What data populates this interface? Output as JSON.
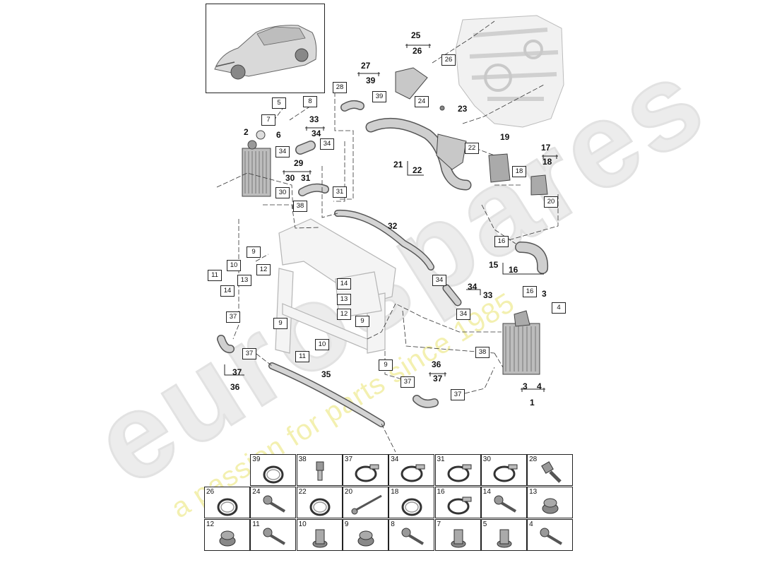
{
  "watermark": {
    "logo": "eurospares",
    "tagline": "a passion for parts since 1985"
  },
  "callouts": [
    {
      "id": "c25",
      "text": "25"
    },
    {
      "id": "c26",
      "text": "26"
    },
    {
      "id": "c27",
      "text": "27"
    },
    {
      "id": "c39",
      "text": "39"
    },
    {
      "id": "c23",
      "text": "23"
    },
    {
      "id": "c33",
      "text": "33"
    },
    {
      "id": "c34",
      "text": "34"
    },
    {
      "id": "c2",
      "text": "2"
    },
    {
      "id": "c6",
      "text": "6"
    },
    {
      "id": "c19",
      "text": "19"
    },
    {
      "id": "c17",
      "text": "17"
    },
    {
      "id": "c18",
      "text": "18"
    },
    {
      "id": "c21",
      "text": "21"
    },
    {
      "id": "c22",
      "text": "22"
    },
    {
      "id": "c29",
      "text": "29"
    },
    {
      "id": "c30",
      "text": "30"
    },
    {
      "id": "c31",
      "text": "31"
    },
    {
      "id": "c32",
      "text": "32"
    },
    {
      "id": "c15",
      "text": "15"
    },
    {
      "id": "c16",
      "text": "16"
    },
    {
      "id": "c3",
      "text": "3"
    },
    {
      "id": "c34b",
      "text": "34"
    },
    {
      "id": "c33b",
      "text": "33"
    },
    {
      "id": "c35",
      "text": "35"
    },
    {
      "id": "c36",
      "text": "36"
    },
    {
      "id": "c37",
      "text": "37"
    },
    {
      "id": "c37b",
      "text": "37"
    },
    {
      "id": "c36b",
      "text": "36"
    },
    {
      "id": "c3b",
      "text": "3"
    },
    {
      "id": "c4b",
      "text": "4"
    },
    {
      "id": "c1",
      "text": "1"
    }
  ],
  "boxed_labels": [
    {
      "id": "b26",
      "text": "26"
    },
    {
      "id": "b28",
      "text": "28"
    },
    {
      "id": "b39",
      "text": "39"
    },
    {
      "id": "b5",
      "text": "5"
    },
    {
      "id": "b8",
      "text": "8"
    },
    {
      "id": "b24",
      "text": "24"
    },
    {
      "id": "b7",
      "text": "7"
    },
    {
      "id": "b34a",
      "text": "34"
    },
    {
      "id": "b34b",
      "text": "34"
    },
    {
      "id": "b22",
      "text": "22"
    },
    {
      "id": "b18",
      "text": "18"
    },
    {
      "id": "b30",
      "text": "30"
    },
    {
      "id": "b31",
      "text": "31"
    },
    {
      "id": "b38a",
      "text": "38"
    },
    {
      "id": "b20",
      "text": "20"
    },
    {
      "id": "b16a",
      "text": "16"
    },
    {
      "id": "b9a",
      "text": "9"
    },
    {
      "id": "b10a",
      "text": "10"
    },
    {
      "id": "b12a",
      "text": "12"
    },
    {
      "id": "b11a",
      "text": "11"
    },
    {
      "id": "b13a",
      "text": "13"
    },
    {
      "id": "b14a",
      "text": "14"
    },
    {
      "id": "b34c",
      "text": "34"
    },
    {
      "id": "b16b",
      "text": "16"
    },
    {
      "id": "b4",
      "text": "4"
    },
    {
      "id": "b14b",
      "text": "14"
    },
    {
      "id": "b13b",
      "text": "13"
    },
    {
      "id": "b12b",
      "text": "12"
    },
    {
      "id": "b9b",
      "text": "9"
    },
    {
      "id": "b9c",
      "text": "9"
    },
    {
      "id": "b34d",
      "text": "34"
    },
    {
      "id": "b37a",
      "text": "37"
    },
    {
      "id": "b10b",
      "text": "10"
    },
    {
      "id": "b11b",
      "text": "11"
    },
    {
      "id": "b37b",
      "text": "37"
    },
    {
      "id": "b38b",
      "text": "38"
    },
    {
      "id": "b9d",
      "text": "9"
    },
    {
      "id": "b37c",
      "text": "37"
    },
    {
      "id": "b37d",
      "text": "37"
    }
  ],
  "parts_grid": [
    {
      "num": "39",
      "icon": "ring-icon"
    },
    {
      "num": "38",
      "icon": "sensor-icon"
    },
    {
      "num": "37",
      "icon": "clamp-icon"
    },
    {
      "num": "34",
      "icon": "clamp-icon"
    },
    {
      "num": "31",
      "icon": "clamp-icon"
    },
    {
      "num": "30",
      "icon": "clamp-icon"
    },
    {
      "num": "28",
      "icon": "bolt-icon"
    },
    {
      "num": "26",
      "icon": "ring-icon"
    },
    {
      "num": "24",
      "icon": "screw-icon"
    },
    {
      "num": "22",
      "icon": "ring-icon"
    },
    {
      "num": "20",
      "icon": "long-bolt-icon"
    },
    {
      "num": "18",
      "icon": "ring-icon"
    },
    {
      "num": "16",
      "icon": "clamp-icon"
    },
    {
      "num": "14",
      "icon": "screw-icon"
    },
    {
      "num": "13",
      "icon": "grommet-icon"
    },
    {
      "num": "12",
      "icon": "grommet-icon"
    },
    {
      "num": "11",
      "icon": "screw-icon"
    },
    {
      "num": "10",
      "icon": "nut-icon"
    },
    {
      "num": "9",
      "icon": "grommet-icon"
    },
    {
      "num": "8",
      "icon": "screw-icon"
    },
    {
      "num": "7",
      "icon": "nut-icon"
    },
    {
      "num": "5",
      "icon": "nut-icon"
    },
    {
      "num": "4",
      "icon": "screw-icon"
    }
  ]
}
